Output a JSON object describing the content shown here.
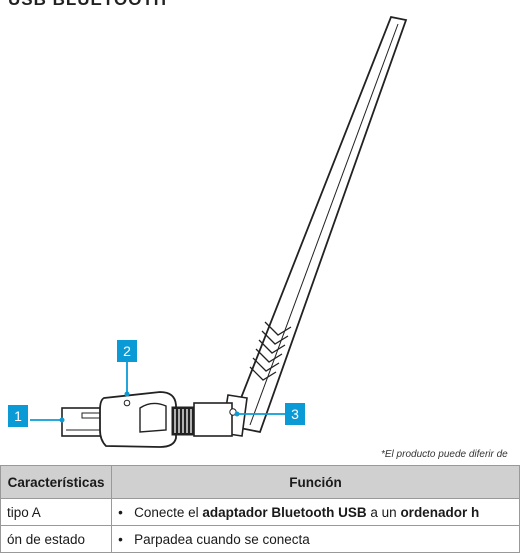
{
  "heading": "USB BLUETOOTH",
  "callouts": [
    {
      "num": "1"
    },
    {
      "num": "2"
    },
    {
      "num": "3"
    }
  ],
  "note": "*El producto puede diferir de",
  "table": {
    "headers": [
      "Características",
      "Función"
    ],
    "rows": [
      {
        "feature": "tipo A",
        "bullet": "•",
        "function_parts": [
          {
            "text": "Conecte el ",
            "bold": false
          },
          {
            "text": "adaptador Bluetooth USB",
            "bold": true
          },
          {
            "text": " a un ",
            "bold": false
          },
          {
            "text": "ordenador h",
            "bold": true
          }
        ]
      },
      {
        "feature": "ón de estado",
        "bullet": "•",
        "function_parts": [
          {
            "text": "Parpadea cuando se conecta",
            "bold": false
          }
        ]
      }
    ]
  }
}
